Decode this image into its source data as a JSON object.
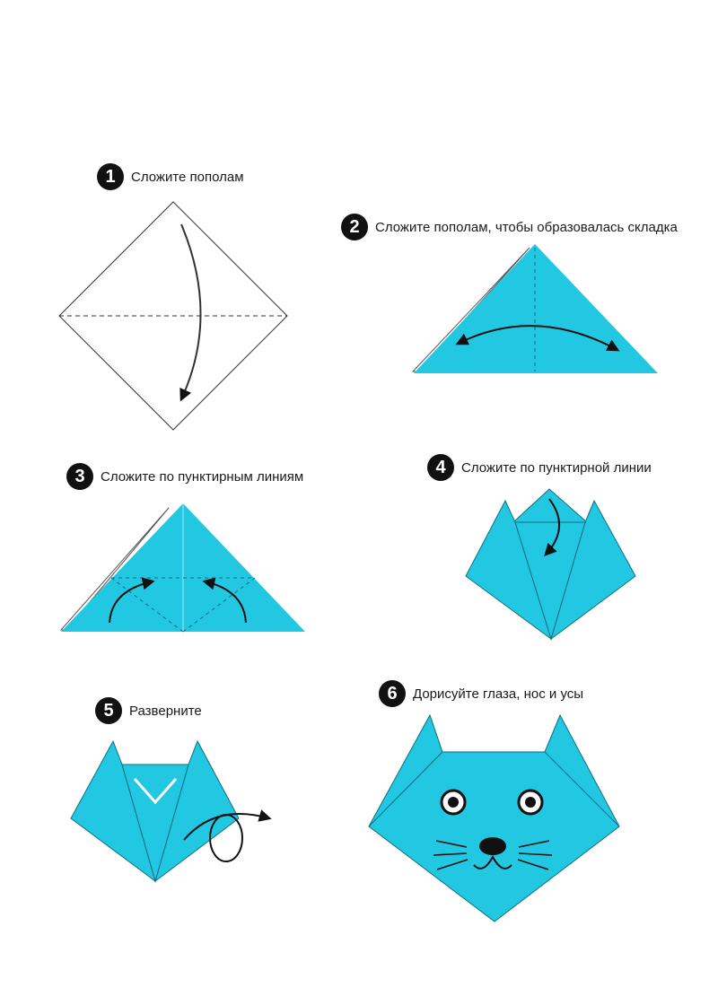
{
  "colors": {
    "paper": "#22c7e2",
    "paper_light": "#3dd3ea",
    "outline": "#0e6f80",
    "ink": "#111111",
    "badge": "#111111"
  },
  "steps": [
    {
      "number": "1",
      "text": "Сложите пополам"
    },
    {
      "number": "2",
      "text": "Сложите пополам, чтобы образовалась складка"
    },
    {
      "number": "3",
      "text": "Сложите по пунктирным линиям"
    },
    {
      "number": "4",
      "text": "Сложите по пунктирной линии"
    },
    {
      "number": "5",
      "text": "Разверните"
    },
    {
      "number": "6",
      "text": "Дорисуйте глаза, нос и усы"
    }
  ]
}
